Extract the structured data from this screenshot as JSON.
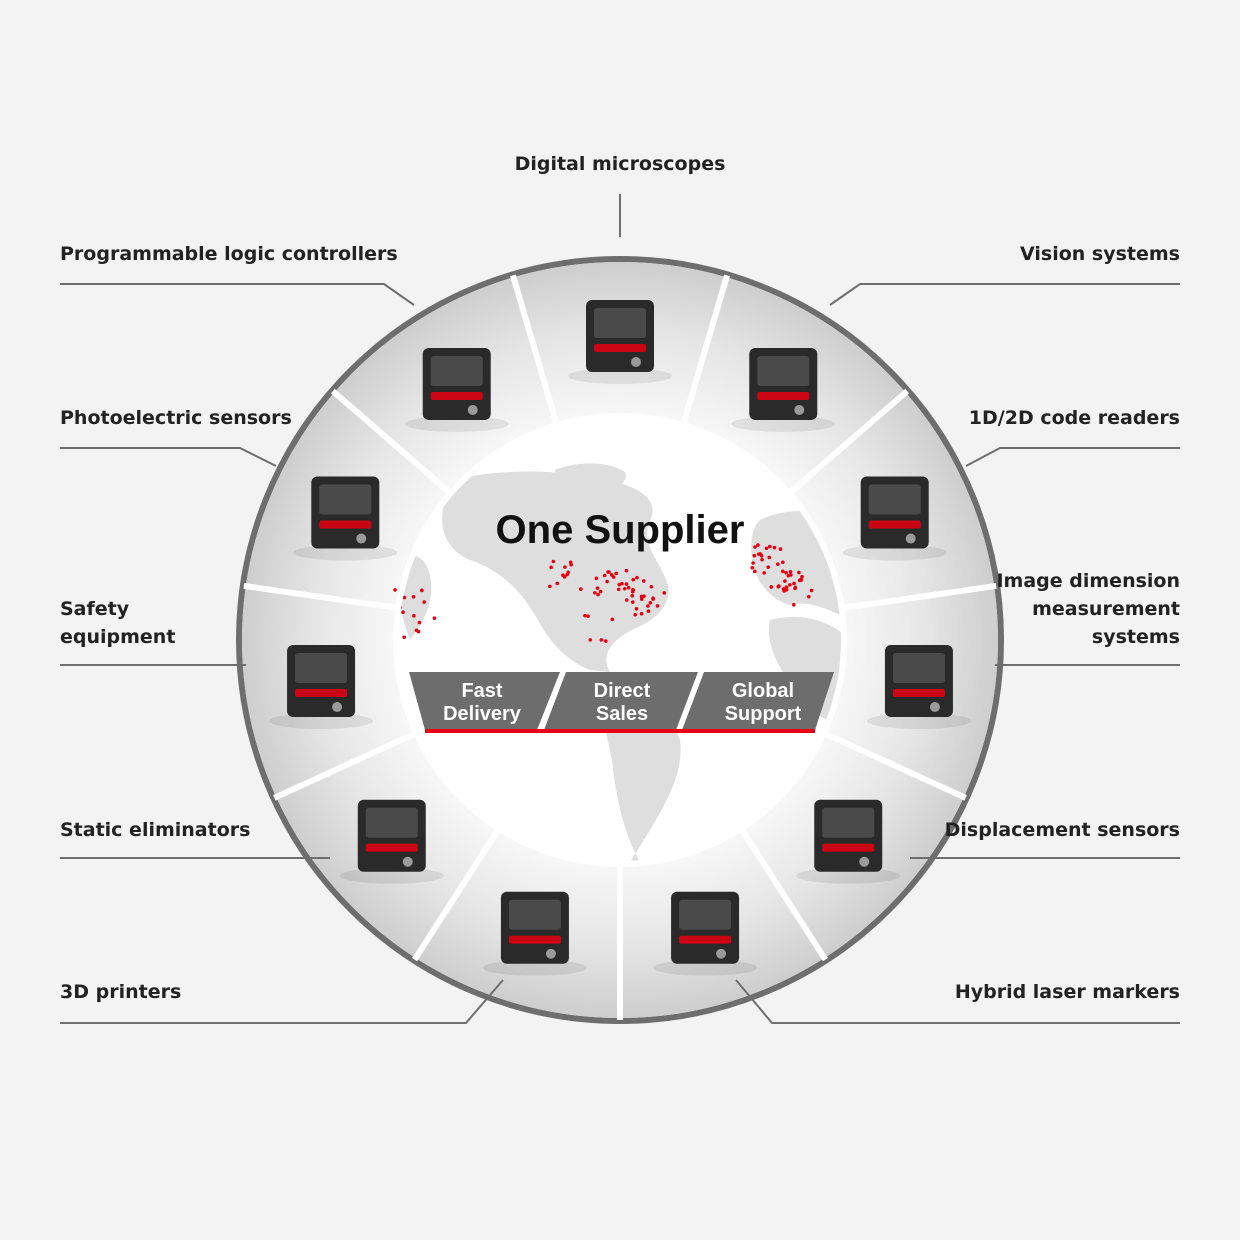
{
  "center": {
    "title": "One Supplier",
    "pillars": [
      {
        "line1": "Fast",
        "line2": "Delivery"
      },
      {
        "line1": "Direct",
        "line2": "Sales"
      },
      {
        "line1": "Global",
        "line2": "Support"
      }
    ]
  },
  "categories": [
    {
      "id": "digital-microscopes",
      "label_lines": [
        "Digital microscopes"
      ],
      "icon": "microscope-icon"
    },
    {
      "id": "vision-systems",
      "label_lines": [
        "Vision systems"
      ],
      "icon": "camera-icon"
    },
    {
      "id": "code-readers",
      "label_lines": [
        "1D/2D code readers"
      ],
      "icon": "barcode-reader-icon"
    },
    {
      "id": "image-dimension",
      "label_lines": [
        "Image dimension",
        "measurement",
        "systems"
      ],
      "icon": "measurement-system-icon"
    },
    {
      "id": "displacement-sensors",
      "label_lines": [
        "Displacement sensors"
      ],
      "icon": "displacement-sensor-icon"
    },
    {
      "id": "hybrid-laser-markers",
      "label_lines": [
        "Hybrid laser markers"
      ],
      "icon": "laser-marker-icon"
    },
    {
      "id": "3d-printers",
      "label_lines": [
        "3D printers"
      ],
      "icon": "3d-printer-icon"
    },
    {
      "id": "static-eliminators",
      "label_lines": [
        "Static eliminators"
      ],
      "icon": "ionizer-icon"
    },
    {
      "id": "safety-equipment",
      "label_lines": [
        "Safety",
        "equipment"
      ],
      "icon": "light-curtain-icon"
    },
    {
      "id": "photoelectric-sensors",
      "label_lines": [
        "Photoelectric sensors"
      ],
      "icon": "photoelectric-sensor-icon"
    },
    {
      "id": "plc",
      "label_lines": [
        "Programmable logic controllers"
      ],
      "icon": "plc-icon"
    }
  ],
  "colors": {
    "background": "#f3f3f3",
    "ring_outline": "#6e6e6e",
    "band": "#6d6d6d",
    "accent_red": "#e60012",
    "segment_light": "#fbfbfb",
    "segment_dark": "#cfcfcf",
    "map_land": "#dcdcdc"
  }
}
